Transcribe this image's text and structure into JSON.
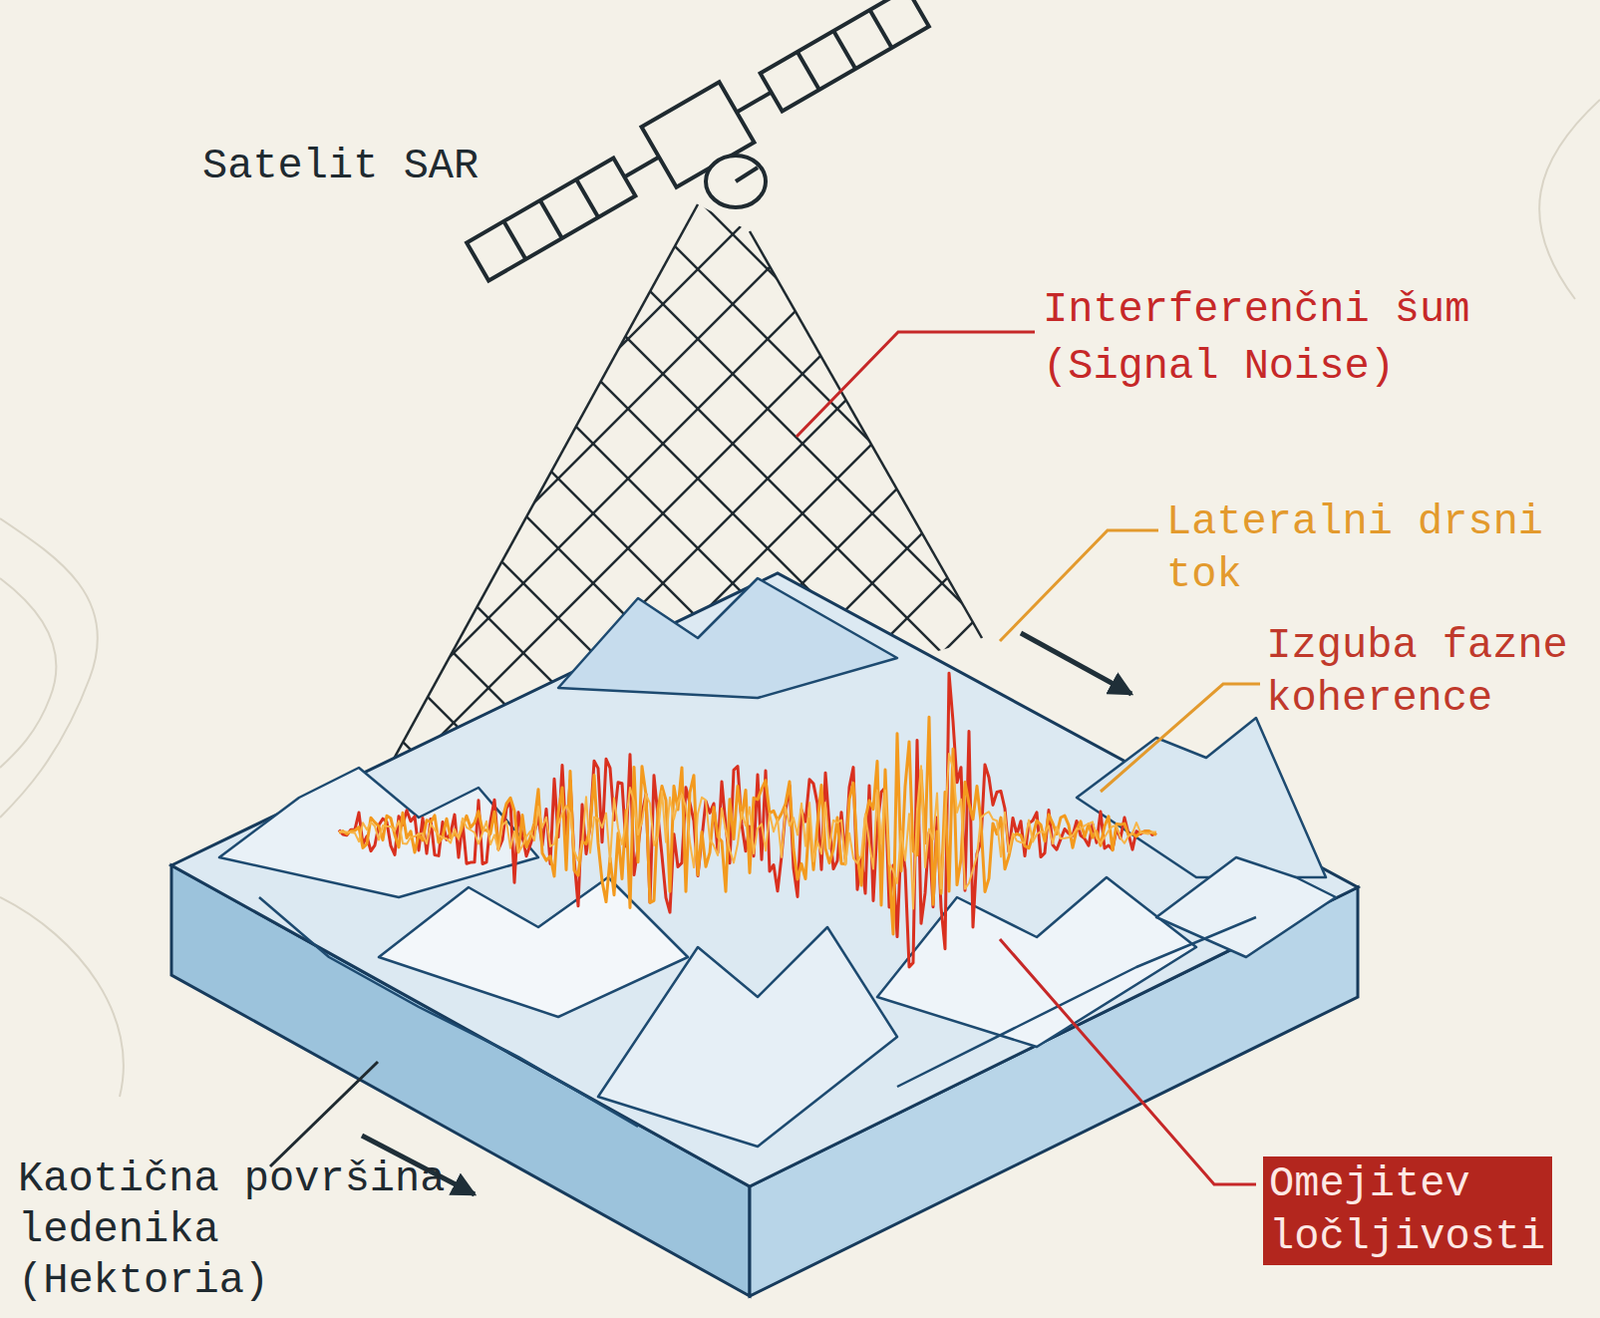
{
  "diagram": {
    "nodes": [
      {
        "text": [
          "Omejitev ločljivosti"
        ]
      }
    ],
    "labels": [
      "Satelit SAR",
      "Interferenčni šum (Signal Noise)",
      "Lateralni drsni tok",
      "Izguba fazne koherence",
      "Kaotična površina ledenika (Hektoria)"
    ]
  }
}
